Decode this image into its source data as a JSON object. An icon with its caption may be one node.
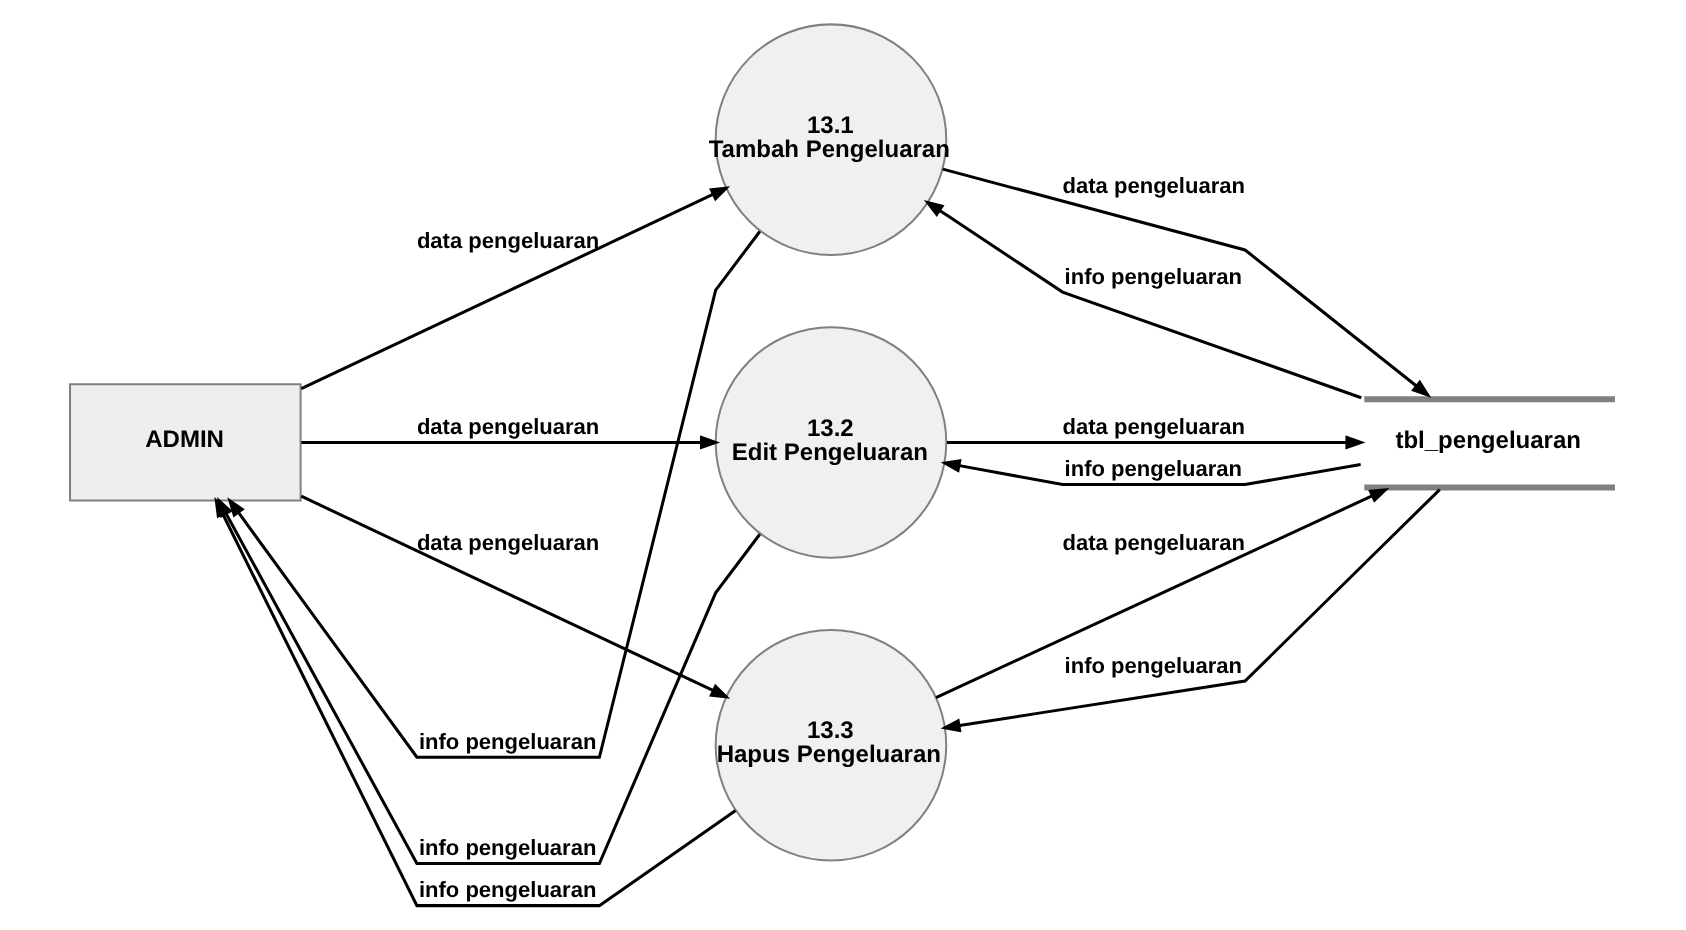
{
  "diagram": {
    "nodes": [
      {
        "text": [
          "ADMIN"
        ]
      },
      {
        "text": [
          "13.1",
          "Tambah Pengeluaran"
        ]
      },
      {
        "text": [
          "13.2",
          "Edit Pengeluaran"
        ]
      },
      {
        "text": [
          "13.3",
          "Hapus Pengeluaran"
        ]
      },
      {
        "text": [
          "tbl_pengeluaran"
        ]
      }
    ],
    "edges": [
      {
        "from": 0,
        "to": 1,
        "arrow": "to",
        "label": "data pengeluaran"
      },
      {
        "from": 1,
        "to": 0,
        "arrow": "to",
        "label": "info pengeluaran"
      },
      {
        "from": 1,
        "to": 4,
        "arrow": "to",
        "label": "data pengeluaran"
      },
      {
        "from": 4,
        "to": 1,
        "arrow": "to",
        "label": "info pengeluaran"
      },
      {
        "from": 0,
        "to": 2,
        "arrow": "to",
        "label": "data pengeluaran"
      },
      {
        "from": 2,
        "to": 0,
        "arrow": "to",
        "label": "info pengeluaran"
      },
      {
        "from": 2,
        "to": 4,
        "arrow": "to",
        "label": "data pengeluaran"
      },
      {
        "from": 4,
        "to": 2,
        "arrow": "to",
        "label": "info pengeluaran"
      },
      {
        "from": 0,
        "to": 3,
        "arrow": "to",
        "label": "data pengeluaran"
      },
      {
        "from": 3,
        "to": 0,
        "arrow": "to",
        "label": "info pengeluaran"
      },
      {
        "from": 3,
        "to": 4,
        "arrow": "to",
        "label": "data pengeluaran"
      },
      {
        "from": 4,
        "to": 3,
        "arrow": "to",
        "label": "info pengeluaran"
      }
    ]
  }
}
